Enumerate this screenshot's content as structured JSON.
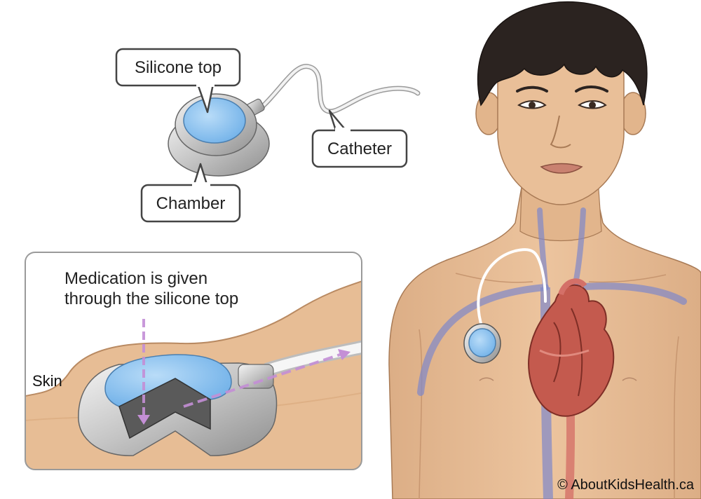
{
  "labels": {
    "silicone_top": "Silicone top",
    "catheter": "Catheter",
    "chamber": "Chamber",
    "skin": "Skin"
  },
  "inset": {
    "caption_line1": "Medication is given",
    "caption_line2": "through the silicone top"
  },
  "credit": "© AboutKidsHealth.ca",
  "colors": {
    "skin": "#e7bd95",
    "skin_shadow": "#d9a77c",
    "silicone": "#8fc3ef",
    "metal": "#c9c9c9",
    "vein": "#7f87c9",
    "heart": "#c45a4e",
    "arrow": "#c48fd6",
    "hair": "#2b2320"
  }
}
